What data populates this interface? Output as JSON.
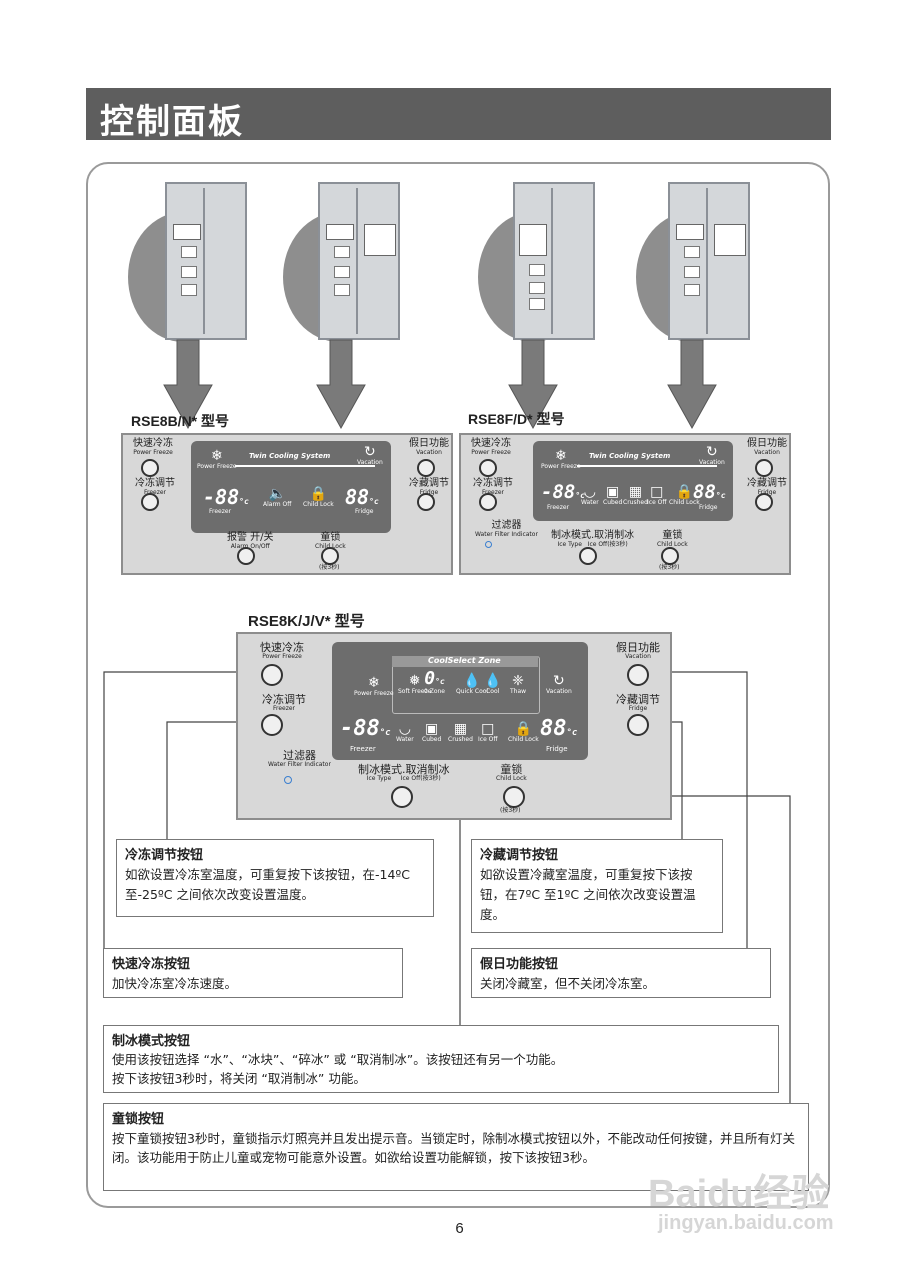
{
  "title": "控制面板",
  "page_number": "6",
  "models": {
    "a": "RSE8B/N* 型号",
    "b": "RSE8F/D* 型号",
    "c": "RSE8K/J/V* 型号"
  },
  "panel_common": {
    "power_freeze_cn": "快速冷冻",
    "power_freeze_en": "Power Freeze",
    "freezer_cn": "冷冻调节",
    "freezer_en": "Freezer",
    "vacation_cn": "假日功能",
    "vacation_en": "Vacation",
    "fridge_cn": "冷藏调节",
    "fridge_en": "Fridge",
    "child_lock_cn": "童锁",
    "child_lock_en": "Child Lock",
    "child_lock_sub": "(按3秒)",
    "alarm_cn": "报警 开/关",
    "alarm_en": "Alarm On/Off",
    "filter_cn": "过滤器",
    "filter_en": "Water Filter Indicator",
    "ice_type_cn": "制冰模式.取消制冰",
    "ice_type_en": "Ice Type",
    "ice_off_en": "Ice Off(按3秒)",
    "twin": "Twin Cooling System",
    "coolselect": "CoolSelect Zone",
    "lcd_power": "Power Freeze",
    "lcd_freezer": "Freezer",
    "lcd_fridge": "Fridge",
    "lcd_vacation": "Vacation",
    "lcd_alarm": "Alarm Off",
    "lcd_childlock": "Child Lock",
    "lcd_water": "Water",
    "lcd_cubed": "Cubed",
    "lcd_crushed": "Crushed",
    "lcd_iceoff": "Ice Off",
    "lcd_soft": "Soft Freeze",
    "lcd_zero": "0 Zone",
    "lcd_quick": "Quick Cool",
    "lcd_cool": "Cool",
    "lcd_thaw": "Thaw",
    "seg_freezer": "-88",
    "seg_fridge": "88",
    "seg_zero": "0",
    "deg": "°c"
  },
  "callouts": {
    "freezer": {
      "title": "冷冻调节按钮",
      "body": "如欲设置冷冻室温度，可重复按下该按钮，在-14ºC 至-25ºC 之间依次改变设置温度。"
    },
    "fridge": {
      "title": "冷藏调节按钮",
      "body": "如欲设置冷藏室温度，可重复按下该按钮，在7ºC 至1ºC 之间依次改变设置温度。"
    },
    "power_freeze": {
      "title": "快速冷冻按钮",
      "body": "加快冷冻室冷冻速度。"
    },
    "vacation": {
      "title": "假日功能按钮",
      "body": "关闭冷藏室，但不关闭冷冻室。"
    },
    "ice_type": {
      "title": "制冰模式按钮",
      "body1": "使用该按钮选择 “水”、“冰块”、“碎冰” 或 “取消制冰”。该按钮还有另一个功能。",
      "body2": "按下该按钮3秒时，将关闭 “取消制冰” 功能。"
    },
    "child_lock": {
      "title": "童锁按钮",
      "body": "按下童锁按钮3秒时，童锁指示灯照亮并且发出提示音。当锁定时，除制冰模式按钮以外，不能改动任何按键，并且所有灯关闭。该功能用于防止儿童或宠物可能意外设置。如欲给设置功能解锁，按下该按钮3秒。"
    }
  },
  "watermark": {
    "logo": "Baidu经验",
    "url": "jingyan.baidu.com"
  }
}
